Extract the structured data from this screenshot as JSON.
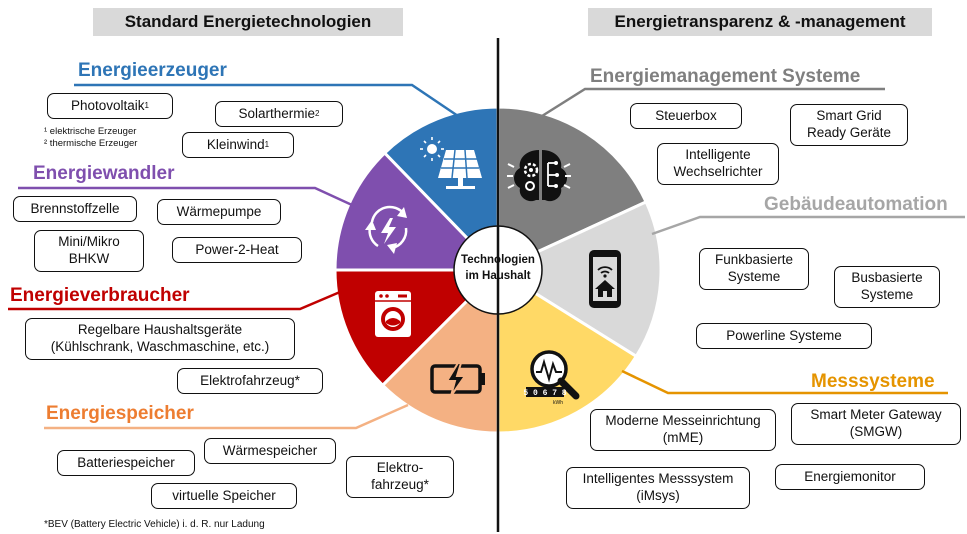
{
  "headers": {
    "left": "Standard Energietechnologien",
    "right": "Energietransparenz & -management"
  },
  "center": {
    "line1": "Technologien",
    "line2": "im Haushalt"
  },
  "colors": {
    "erzeuger": "#2e75b6",
    "wandler": "#7f4fae",
    "verbraucher": "#c00000",
    "speicher": "#f4b183",
    "speicher_text": "#ed7d31",
    "ems": "#7f7f7f",
    "geb": "#d9d9d9",
    "geb_text": "#a6a6a6",
    "mess": "#ffd966",
    "mess_text": "#e59400"
  },
  "categories": {
    "erzeuger": "Energieerzeuger",
    "wandler": "Energiewandler",
    "verbraucher": "Energieverbraucher",
    "speicher": "Energiespeicher",
    "ems": "Energiemanagement Systeme",
    "geb": "Gebäudeautomation",
    "mess": "Messsysteme"
  },
  "items": {
    "photovoltaik": "Photovoltaik",
    "photovoltaik_sup": "1",
    "solarthermie": "Solarthermie",
    "solarthermie_sup": "2",
    "kleinwind": "Kleinwind",
    "kleinwind_sup": "1",
    "fn1": "¹ elektrische Erzeuger",
    "fn2": "² thermische Erzeuger",
    "brennstoffzelle": "Brennstoffzelle",
    "waermepumpe": "Wärmepumpe",
    "bhkw1": "Mini/Mikro",
    "bhkw2": "BHKW",
    "p2h": "Power-2-Heat",
    "haushalt1": "Regelbare Haushaltsgeräte",
    "haushalt2": "(Kühlschrank, Waschmaschine, etc.)",
    "efz": "Elektrofahrzeug*",
    "batterie": "Batteriespeicher",
    "waermespeicher": "Wärmespeicher",
    "virtuell": "virtuelle Speicher",
    "efz2a": "Elektro-",
    "efz2b": "fahrzeug*",
    "steuerbox": "Steuerbox",
    "sg1": "Smart Grid",
    "sg2": "Ready Geräte",
    "iw1": "Intelligente",
    "iw2": "Wechselrichter",
    "funk1": "Funkbasierte",
    "funk2": "Systeme",
    "bus1": "Busbasierte",
    "bus2": "Systeme",
    "powerline": "Powerline Systeme",
    "mme1": "Moderne Messeinrichtung",
    "mme2": "(mME)",
    "smgw1": "Smart Meter Gateway",
    "smgw2": "(SMGW)",
    "imsys1": "Intelligentes Messsystem",
    "imsys2": "(iMsys)",
    "monitor": "Energiemonitor",
    "meter_digits": "5 0 6 7 8",
    "meter_unit": "kWh"
  },
  "footnote": "*BEV (Battery Electric Vehicle) i. d. R. nur Ladung"
}
